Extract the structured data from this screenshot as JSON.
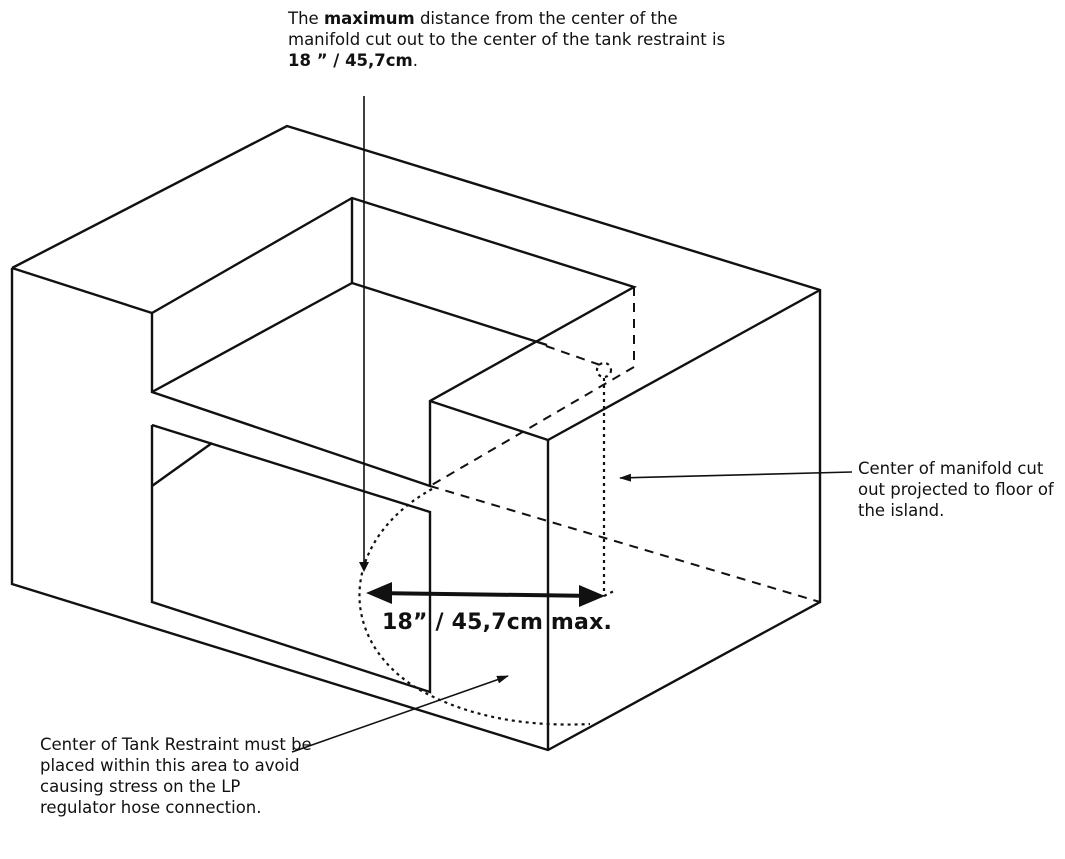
{
  "notes": {
    "top": {
      "part1": "The ",
      "bold1": "maximum",
      "part2": " distance from the center of the manifold cut out to the center of the tank restraint is ",
      "bold2": "18 ” / 45,7cm",
      "part3": "."
    },
    "right": "Center of manifold cut out projected to floor of the island.",
    "bottom": "Center of Tank Restraint must be placed within this area to avoid causing stress on the LP regulator hose connection."
  },
  "dimension_label": "18” / 45,7cm max."
}
